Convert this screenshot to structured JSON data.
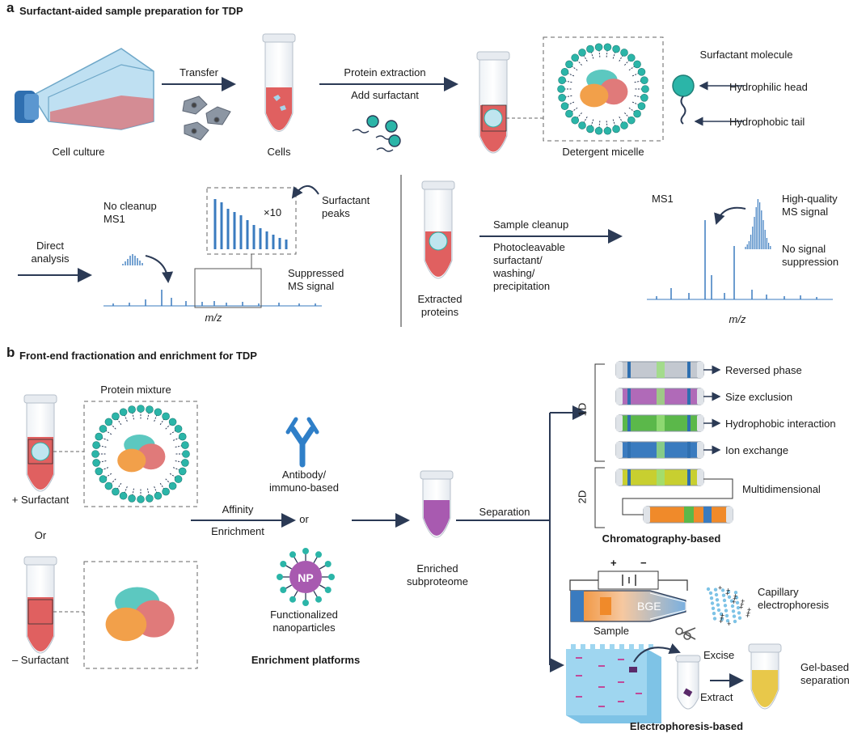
{
  "panel_a": {
    "letter": "a",
    "title": "Surfactant-aided sample preparation for TDP",
    "cell_culture": "Cell culture",
    "transfer": "Transfer",
    "cells": "Cells",
    "protein_extraction": "Protein extraction",
    "add_surfactant": "Add surfactant",
    "detergent_micelle": "Detergent micelle",
    "surfactant_molecule": "Surfactant molecule",
    "hydrophilic_head": "Hydrophilic head",
    "hydrophobic_tail": "Hydrophobic tail",
    "no_cleanup": "No cleanup",
    "ms1_left": "MS1",
    "direct_analysis": [
      "Direct",
      "analysis"
    ],
    "x10": "×10",
    "surfactant_peaks": [
      "Surfactant",
      "peaks"
    ],
    "suppressed_signal": [
      "Suppressed",
      "MS signal"
    ],
    "mz_left": "m/z",
    "extracted_proteins": [
      "Extracted",
      "proteins"
    ],
    "sample_cleanup": "Sample cleanup",
    "cleanup_methods": [
      "Photocleavable",
      "surfactant/",
      "washing/",
      "precipitation"
    ],
    "ms1_right": "MS1",
    "high_quality": [
      "High-quality",
      "MS signal"
    ],
    "no_suppression": [
      "No signal",
      "suppression"
    ],
    "mz_right": "m/z"
  },
  "panel_b": {
    "letter": "b",
    "title": "Front-end fractionation and enrichment for TDP",
    "protein_mixture": "Protein mixture",
    "plus_surfactant": "+ Surfactant",
    "or_left": "Or",
    "minus_surfactant": "– Surfactant",
    "affinity": "Affinity",
    "enrichment": "Enrichment",
    "antibody": [
      "Antibody/",
      "immuno-based"
    ],
    "or_mid": "or",
    "np": "NP",
    "nanoparticles": [
      "Functionalized",
      "nanoparticles"
    ],
    "enrichment_platforms": "Enrichment platforms",
    "enriched": [
      "Enriched",
      "subproteome"
    ],
    "separation": "Separation",
    "one_d": "1D",
    "two_d": "2D",
    "columns": [
      "Reversed phase",
      "Size exclusion",
      "Hydrophobic interaction",
      "Ion exchange"
    ],
    "multidimensional": "Multidimensional",
    "chromatography": "Chromatography-based",
    "plus_sign": "+",
    "minus_sign": "−",
    "bge": "BGE",
    "sample": "Sample",
    "capillary": [
      "Capillary",
      "electrophoresis"
    ],
    "excise": "Excise",
    "extract": "Extract",
    "gel_based": [
      "Gel-based",
      "separation"
    ],
    "electrophoresis": "Electrophoresis-based"
  },
  "colors": {
    "arrow": "#2b3a55",
    "tube_red": "#e06060",
    "flask_blue": "#a9d4ec",
    "spectrum": "#3a7bbf",
    "surfactant_head": "#2bb5a8",
    "np_purple": "#a85ab0",
    "gel_blue": "#9fd6f0",
    "gel_yellow": "#e8c84a"
  }
}
